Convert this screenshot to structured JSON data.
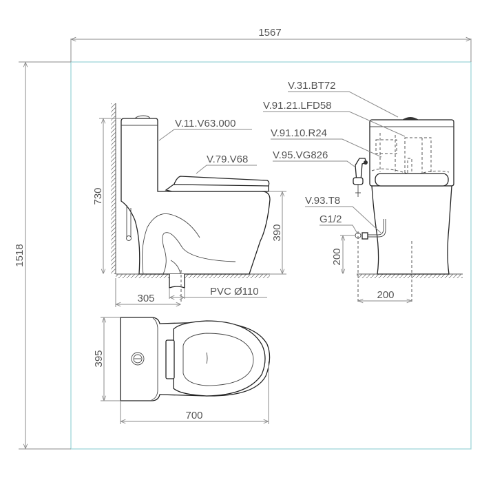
{
  "drawing": {
    "frame_color": "#9fd6d8",
    "line_color": "#8a8a8a",
    "text_color": "#555555",
    "overall": {
      "width": "1567",
      "height": "1518"
    },
    "side_view": {
      "height": "730",
      "seat_height": "390",
      "drain_offset": "305",
      "drain_pipe": "PVC Ø110",
      "labels": {
        "body": "V.11.V63.000",
        "seat": "V.79.V68"
      }
    },
    "front_view": {
      "inlet_height": "200",
      "inlet_offset": "200",
      "labels": {
        "flush_button": "V.31.BT72",
        "fill_valve": "V.91.21.LFD58",
        "flush_valve": "V.91.10.R24",
        "bidet_spray": "V.95.VG826",
        "hose": "V.93.T8",
        "inlet_thread": "G1/2"
      }
    },
    "top_view": {
      "width": "395",
      "length": "700"
    }
  }
}
